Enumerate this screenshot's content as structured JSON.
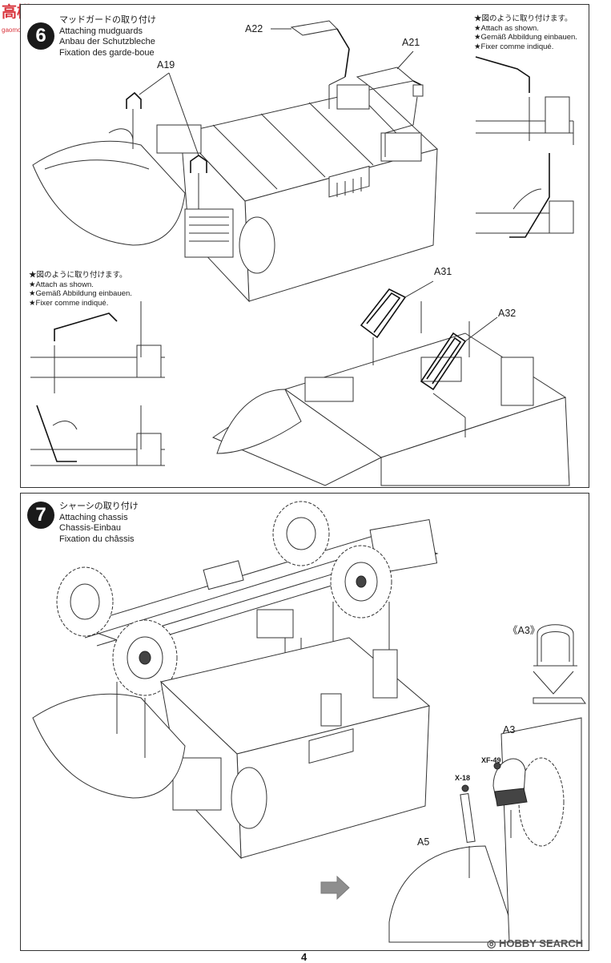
{
  "watermark_top": {
    "logo": "高模",
    "url": "gaomo.com"
  },
  "step6": {
    "title_jp": "マッドガードの取り付け",
    "title_en": "Attaching mudguards",
    "title_de": "Anbau der Schutzbleche",
    "title_fr": "Fixation des garde-boue",
    "parts": {
      "a19": "A19",
      "a21": "A21",
      "a22": "A22",
      "a31": "A31",
      "a32": "A32"
    },
    "note_right": [
      "★図のように取り付けます。",
      "★Attach as shown.",
      "★Gemäß Abbildung einbauen.",
      "★Fixer comme indiqué."
    ],
    "note_left": [
      "★図のように取り付けます。",
      "★Attach as shown.",
      "★Gemäß Abbildung einbauen.",
      "★Fixer comme indiqué."
    ]
  },
  "step7": {
    "number": "7",
    "title_jp": "シャーシの取り付け",
    "title_en": "Attaching chassis",
    "title_de": "Chassis-Einbau",
    "title_fr": "Fixation du châssis",
    "detail_label": "《A3》",
    "parts": {
      "a3": "A3",
      "a5": "A5",
      "xf49": "XF-49",
      "x18": "X-18"
    }
  },
  "page_number": "4",
  "watermark_bottom": "HOBBY SEARCH",
  "colors": {
    "ink": "#1a1a1a",
    "watermark_top": "#d9363e",
    "watermark_bottom": "#555555"
  }
}
